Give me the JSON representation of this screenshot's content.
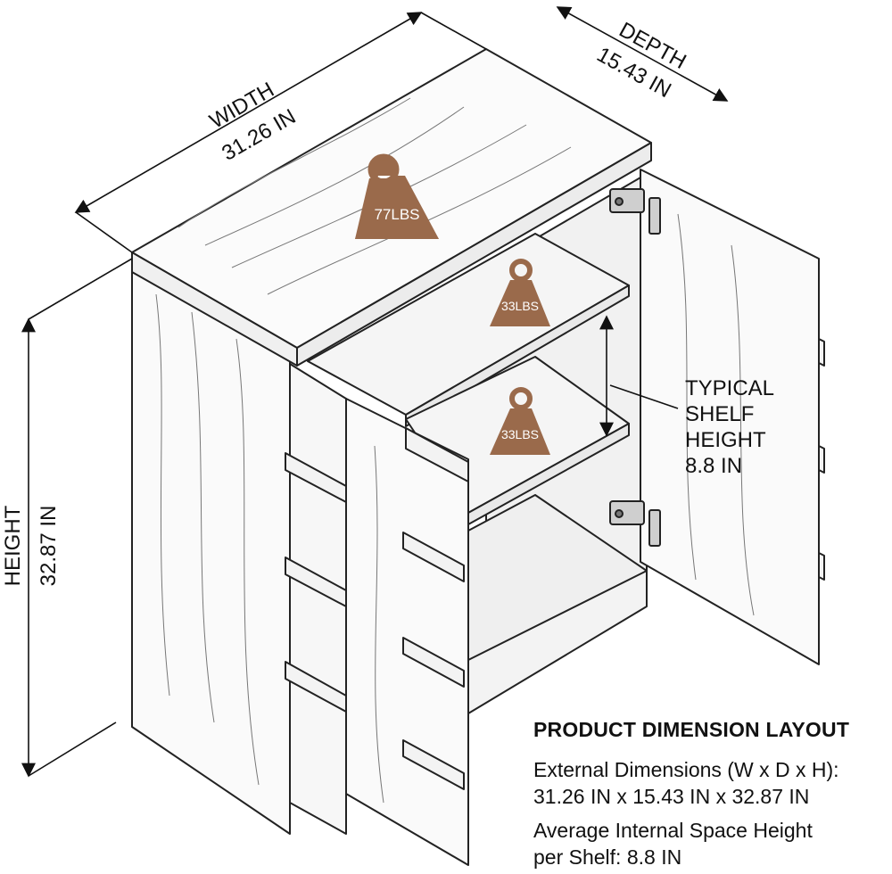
{
  "dimensions": {
    "width_label": "WIDTH",
    "width_value": "31.26 IN",
    "depth_label": "DEPTH",
    "depth_value": "15.43 IN",
    "height_label": "HEIGHT",
    "height_value": "32.87 IN"
  },
  "weights": {
    "top": "77LBS",
    "shelf_upper": "33LBS",
    "shelf_lower": "33LBS"
  },
  "shelf_callout": [
    "TYPICAL",
    "SHELF",
    "HEIGHT",
    "8.8 IN"
  ],
  "panel": {
    "title": "PRODUCT DIMENSION LAYOUT",
    "external_label": "External Dimensions (W x D x H):",
    "external_value": "31.26 IN x 15.43 IN x 32.87 IN",
    "internal_label": "Average Internal Space Height",
    "internal_value": "per Shelf: 8.8 IN"
  },
  "colors": {
    "weight_badge": "#9a6a4b",
    "line": "#222222",
    "wood": "#f7f7f7"
  }
}
